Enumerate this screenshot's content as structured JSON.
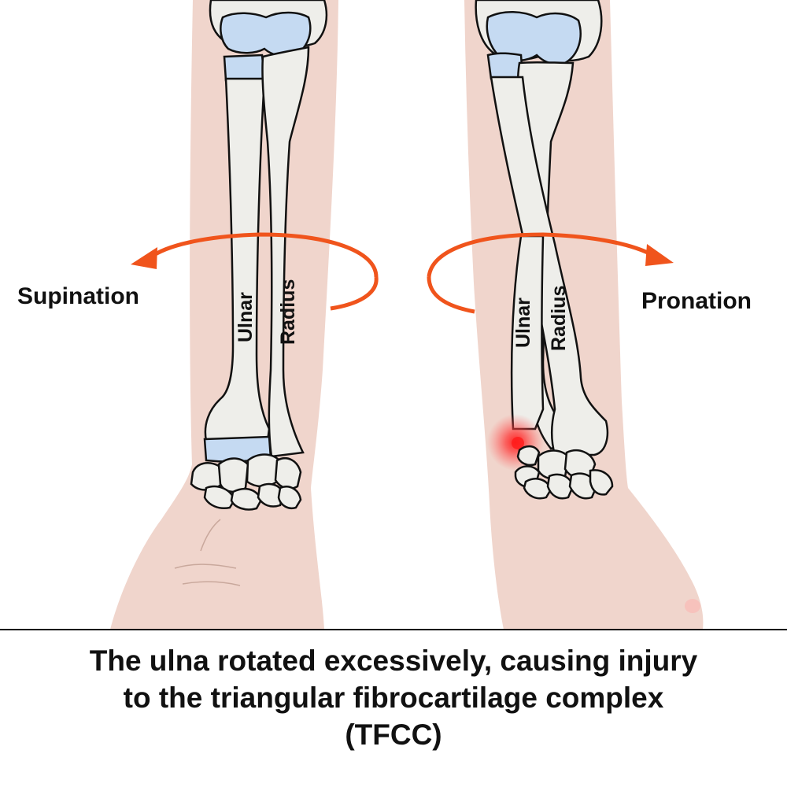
{
  "labels": {
    "supination": "Supination",
    "pronation": "Pronation",
    "left_ulnar": "Ulnar",
    "left_radius": "Radius",
    "right_ulnar": "Ulnar",
    "right_radius": "Radius"
  },
  "caption": {
    "line1": "The ulna rotated excessively, causing injury",
    "line2": "to the triangular fibrocartilage complex",
    "line3": "(TFCC)"
  },
  "colors": {
    "skin": "#f0d5cc",
    "bone": "#eeeeea",
    "cartilage": "#c5daf2",
    "arrow": "#f0541c",
    "injury": "#ff2a2a"
  }
}
